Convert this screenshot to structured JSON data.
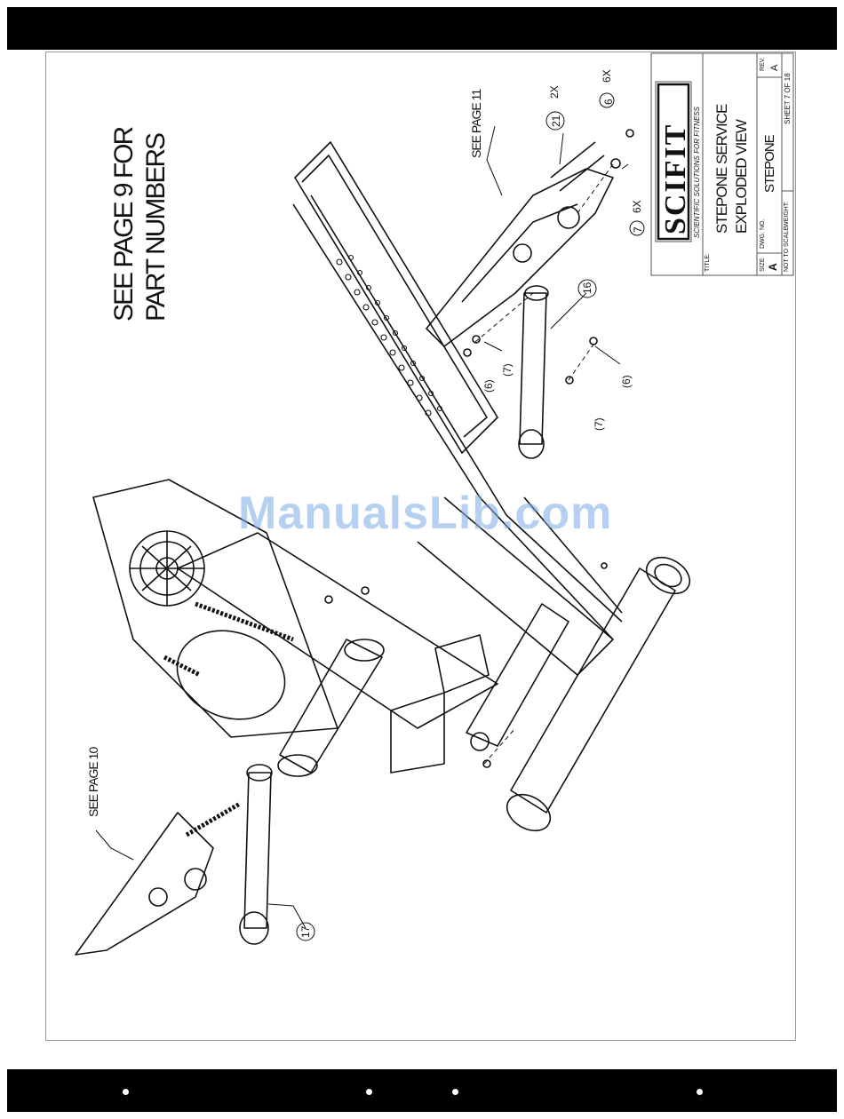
{
  "note": {
    "line1": "SEE PAGE 9 FOR",
    "line2": "PART NUMBERS"
  },
  "refs": {
    "page11": "SEE PAGE 11",
    "page10": "SEE PAGE 10"
  },
  "callouts": {
    "c21": "21",
    "c21_qty": "2X",
    "c6": "6",
    "c6_qty": "6X",
    "c7": "7",
    "c7_qty": "6X",
    "c16": "16",
    "c17": "17",
    "p6a": "(6)",
    "p7a": "(7)",
    "p7b": "(7)",
    "p6b": "(6)"
  },
  "title_block": {
    "logo": "SCIFIT",
    "tagline": "SCIENTIFIC SOLUTIONS FOR FITNESS",
    "title_label": "TITLE:",
    "title_line1": "STEPONE SERVICE",
    "title_line2": "EXPLODED VIEW",
    "size_label": "SIZE",
    "size_value": "A",
    "dwg_label": "DWG. NO.",
    "dwg_value": "STEPONE",
    "rev_label": "REV.",
    "rev_value": "A",
    "scale": "NOT TO SCALE",
    "weight": "WEIGHT:",
    "sheet": "SHEET 7 OF 18"
  },
  "watermark": "ManualsLib.com"
}
